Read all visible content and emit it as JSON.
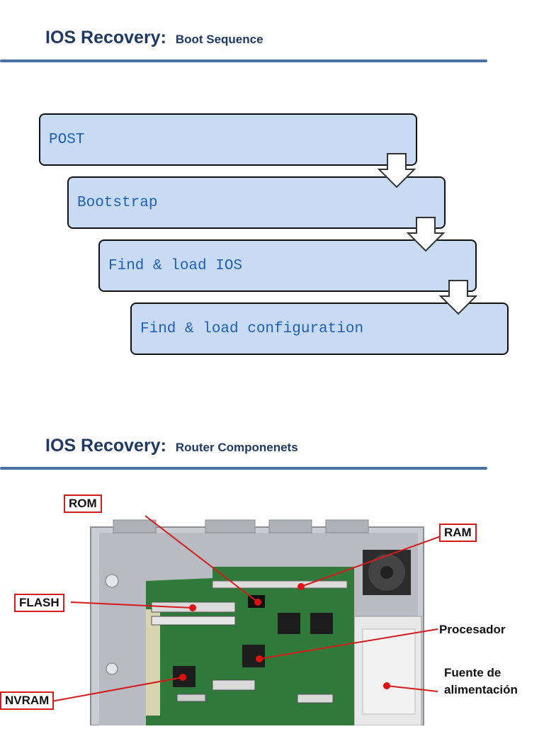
{
  "section1": {
    "title_main": "IOS Recovery:",
    "title_sub": "Boot Sequence",
    "steps": [
      "POST",
      "Bootstrap",
      "Find & load IOS",
      "Find & load configuration"
    ]
  },
  "section2": {
    "title_main": "IOS Recovery:",
    "title_sub": "Router Componenets",
    "labels": {
      "rom": "ROM",
      "ram": "RAM",
      "flash": "FLASH",
      "nvram": "NVRAM",
      "procesador": "Procesador",
      "fuente_line1": "Fuente de",
      "fuente_line2": "alimentación"
    }
  },
  "colors": {
    "title": "#1f3864",
    "rule": "#4a6fa1",
    "step_fill": "#c9dbf2",
    "step_text": "#1f5fb8",
    "callout_border": "#d41c1c",
    "pcb": "#2f7a3a"
  }
}
